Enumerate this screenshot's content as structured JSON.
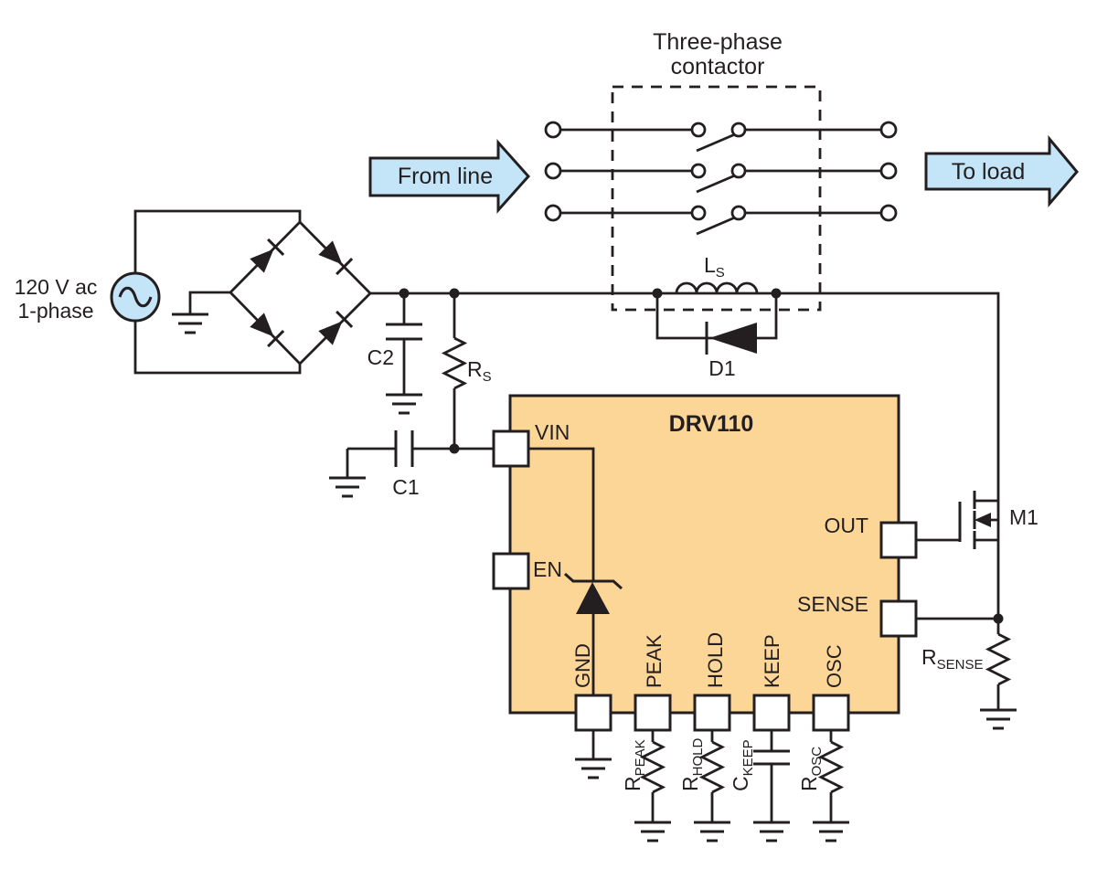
{
  "colors": {
    "arrow_fill": "#c4e5f7",
    "source_fill": "#c4e5f7",
    "ic_fill": "#fbd697",
    "line": "#231f20"
  },
  "contactor": {
    "label_line1": "Three-phase",
    "label_line2": "contactor"
  },
  "arrows": {
    "from_line": "From line",
    "to_load": "To load"
  },
  "source": {
    "line1": "120 V ac",
    "line2": "1-phase"
  },
  "ic": {
    "name": "DRV110",
    "pins": {
      "vin": "VIN",
      "en": "EN",
      "gnd": "GND",
      "peak": "PEAK",
      "hold": "HOLD",
      "keep": "KEEP",
      "osc": "OSC",
      "out": "OUT",
      "sense": "SENSE"
    }
  },
  "components": {
    "c2": "C2",
    "c1": "C1",
    "d1": "D1",
    "m1": "M1",
    "rs": {
      "base": "R",
      "sub": "S"
    },
    "ls": {
      "base": "L",
      "sub": "S"
    },
    "rsense": {
      "base": "R",
      "sub": "SENSE"
    },
    "rpeak": {
      "base": "R",
      "sub": "PEAK"
    },
    "rhold": {
      "base": "R",
      "sub": "HOLD"
    },
    "ckeep": {
      "base": "C",
      "sub": "KEEP"
    },
    "rosc": {
      "base": "R",
      "sub": "OSC"
    }
  }
}
